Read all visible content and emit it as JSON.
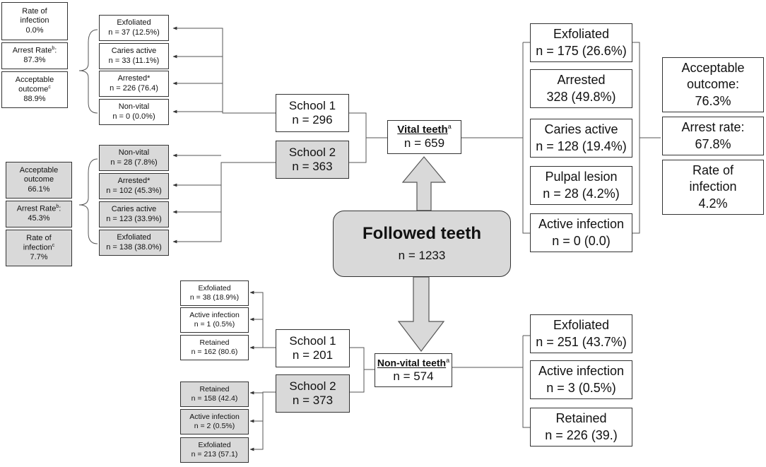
{
  "followed": {
    "title": "Followed teeth",
    "count": "n = 1233"
  },
  "vital": {
    "title": "Vital teeth",
    "sup": "a",
    "count": "n = 659",
    "outcomes": [
      {
        "label": "Exfoliated",
        "value": "n = 175 (26.6%)"
      },
      {
        "label": "Arrested",
        "value": "328 (49.8%)"
      },
      {
        "label": "Caries active",
        "value": "n = 128 (19.4%)"
      },
      {
        "label": "Pulpal lesion",
        "value": "n = 28 (4.2%)"
      },
      {
        "label": "Active infection",
        "value": "n = 0 (0.0)"
      }
    ],
    "rates": [
      {
        "l1": "Acceptable",
        "l2": "outcome:",
        "l3": "76.3%"
      },
      {
        "l1": "Arrest rate:",
        "l2": "67.8%"
      },
      {
        "l1": "Rate of",
        "l2": "infection",
        "l3": "4.2%"
      }
    ],
    "school1": {
      "name": "School 1",
      "count": "n = 296",
      "outcomes": [
        {
          "label": "Exfoliated",
          "value": "n = 37 (12.5%)"
        },
        {
          "label": "Caries active",
          "value": "n = 33 (11.1%)"
        },
        {
          "label": "Arrested*",
          "value": "n = 226 (76.4)"
        },
        {
          "label": "Non-vital",
          "value": "n = 0 (0.0%)"
        }
      ],
      "rates": [
        {
          "l1": "Rate of",
          "l2": "infection",
          "l3": "0.0%"
        },
        {
          "l1": "Arrest Rate",
          "sup": "b",
          "l1end": ":",
          "l2": "87.3%"
        },
        {
          "l1": "Acceptable",
          "l2": "outcome",
          "sup": "c",
          "l3": "88.9%"
        }
      ]
    },
    "school2": {
      "name": "School 2",
      "count": "n = 363",
      "outcomes": [
        {
          "label": "Non-vital",
          "value": "n = 28 (7.8%)"
        },
        {
          "label": "Arrested*",
          "value": "n = 102 (45.3%)"
        },
        {
          "label": "Caries active",
          "value": "n = 123 (33.9%)"
        },
        {
          "label": "Exfoliated",
          "value": "n = 138 (38.0%)"
        }
      ],
      "rates": [
        {
          "l1": "Acceptable",
          "l2": "outcome",
          "l3": "66.1%"
        },
        {
          "l1": "Arrest Rate",
          "sup": "b",
          "l1end": ":",
          "l2": "45.3%"
        },
        {
          "l1": "Rate of",
          "l2": "infection",
          "sup": "c",
          "l3": "7.7%"
        }
      ]
    }
  },
  "nonvital": {
    "title": "Non-vital teeth",
    "sup": "a",
    "count": "n = 574",
    "outcomes": [
      {
        "label": "Exfoliated",
        "value": "n = 251 (43.7%)"
      },
      {
        "label": "Active infection",
        "value": "n = 3 (0.5%)"
      },
      {
        "label": "Retained",
        "value": "n = 226 (39.)"
      }
    ],
    "school1": {
      "name": "School 1",
      "count": "n = 201",
      "outcomes": [
        {
          "label": "Exfoliated",
          "value": "n = 38 (18.9%)"
        },
        {
          "label": "Active infection",
          "value": "n = 1 (0.5%)"
        },
        {
          "label": "Retained",
          "value": "n = 162 (80.6)"
        }
      ]
    },
    "school2": {
      "name": "School 2",
      "count": "n = 373",
      "outcomes": [
        {
          "label": "Retained",
          "value": "n = 158 (42.4)"
        },
        {
          "label": "Active infection",
          "value": "n = 2 (0.5%)"
        },
        {
          "label": "Exfoliated",
          "value": "n = 213 (57.1)"
        }
      ]
    }
  }
}
